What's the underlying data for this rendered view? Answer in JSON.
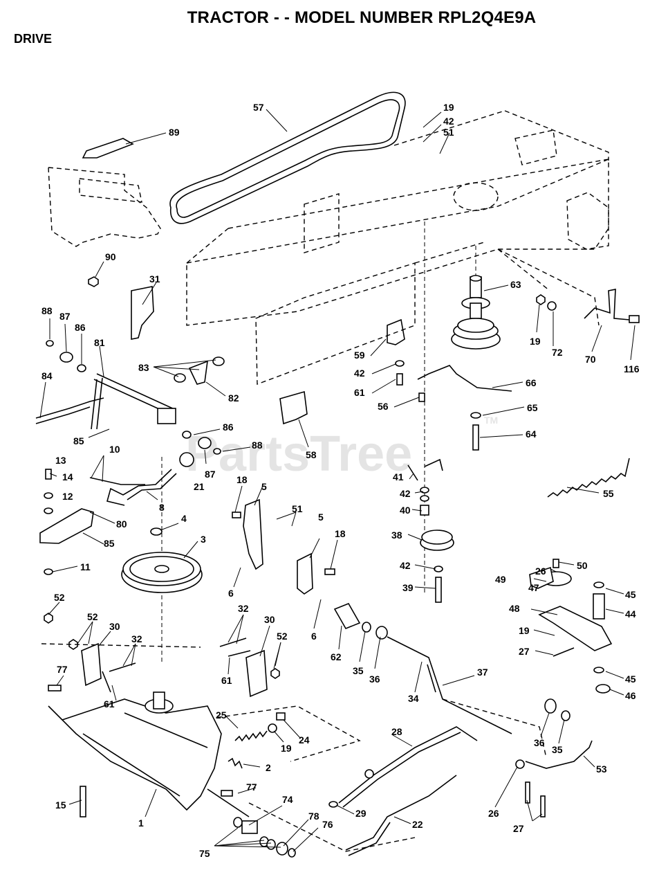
{
  "header": {
    "title": "TRACTOR - - MODEL NUMBER RPL2Q4E9A",
    "section": "DRIVE"
  },
  "watermark": {
    "text": "PartsTree",
    "trademark": "TM"
  },
  "callouts": {
    "c57": "57",
    "c19a": "19",
    "c42a": "42",
    "c51a": "51",
    "c89": "89",
    "c90": "90",
    "c31": "31",
    "c63": "63",
    "c19b": "19",
    "c72": "72",
    "c70": "70",
    "c116": "116",
    "c88a": "88",
    "c87a": "87",
    "c86a": "86",
    "c81": "81",
    "c83": "83",
    "c82": "82",
    "c84": "84",
    "c85a": "85",
    "c86b": "86",
    "c88b": "88",
    "c87b": "87",
    "c59": "59",
    "c42b": "42",
    "c61a": "61",
    "c56": "56",
    "c66": "66",
    "c65": "65",
    "c64": "64",
    "c58": "58",
    "c13": "13",
    "c10": "10",
    "c14": "14",
    "c12": "12",
    "c21": "21",
    "c8": "8",
    "c80": "80",
    "c85b": "85",
    "c11": "11",
    "c4": "4",
    "c3": "3",
    "c18a": "18",
    "c5a": "5",
    "c51b": "51",
    "c5b": "5",
    "c18b": "18",
    "c6a": "6",
    "c6b": "6",
    "c41": "41",
    "c42c": "42",
    "c40": "40",
    "c38": "38",
    "c42d": "42",
    "c39": "39",
    "c55": "55",
    "c26a": "26",
    "c50": "50",
    "c47": "47",
    "c49": "49",
    "c45a": "45",
    "c44": "44",
    "c48": "48",
    "c19c": "19",
    "c27a": "27",
    "c45b": "45",
    "c46": "46",
    "c52a": "52",
    "c52b": "52",
    "c30a": "30",
    "c32a": "32",
    "c32b": "32",
    "c30b": "30",
    "c52c": "52",
    "c61b": "61",
    "c61c": "61",
    "c77a": "77",
    "c62": "62",
    "c35a": "35",
    "c36a": "36",
    "c34": "34",
    "c37": "37",
    "c25": "25",
    "c24": "24",
    "c19d": "19",
    "c2": "2",
    "c28": "28",
    "c36b": "36",
    "c35b": "35",
    "c53": "53",
    "c77b": "77",
    "c29": "29",
    "c26b": "26",
    "c27b": "27",
    "c15": "15",
    "c1": "1",
    "c74": "74",
    "c78": "78",
    "c76": "76",
    "c22": "22",
    "c75": "75"
  }
}
